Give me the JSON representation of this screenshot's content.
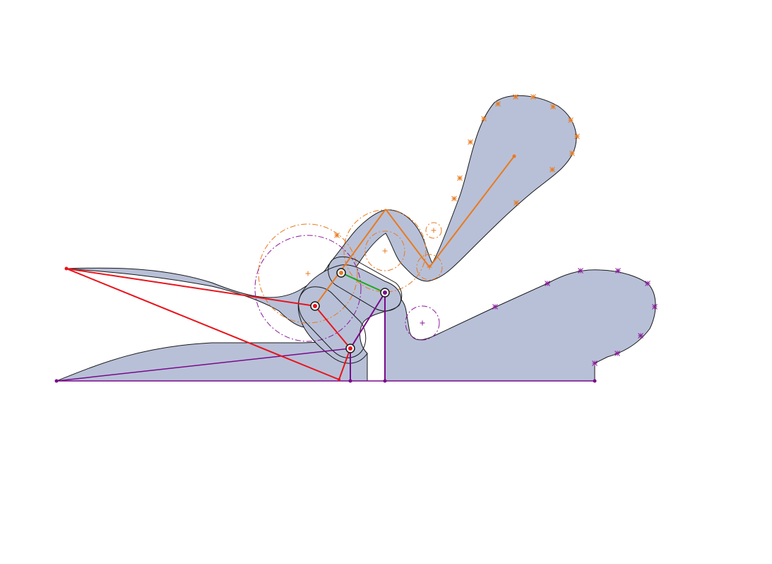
{
  "canvas": {
    "background": "#ffffff"
  },
  "colors": {
    "body_fill": "#b8c0d8",
    "body_outline": "#1a1a1a",
    "red_link": "#e8141c",
    "orange_link": "#e87a1e",
    "purple_link": "#7a0a8a",
    "green_link": "#1aa81a",
    "construction_orange": "#e87a1e",
    "construction_purple": "#8a1a9a",
    "joint_outline": "#1a1a1a"
  },
  "elements": {
    "lower_body": "lower-body-shape",
    "upper_arm": "upper-arm-shape",
    "links": [
      "red-linkage",
      "orange-linkage",
      "purple-linkage",
      "green-link"
    ],
    "joints": [
      "joint-left",
      "joint-top",
      "joint-right",
      "joint-bottom"
    ]
  }
}
